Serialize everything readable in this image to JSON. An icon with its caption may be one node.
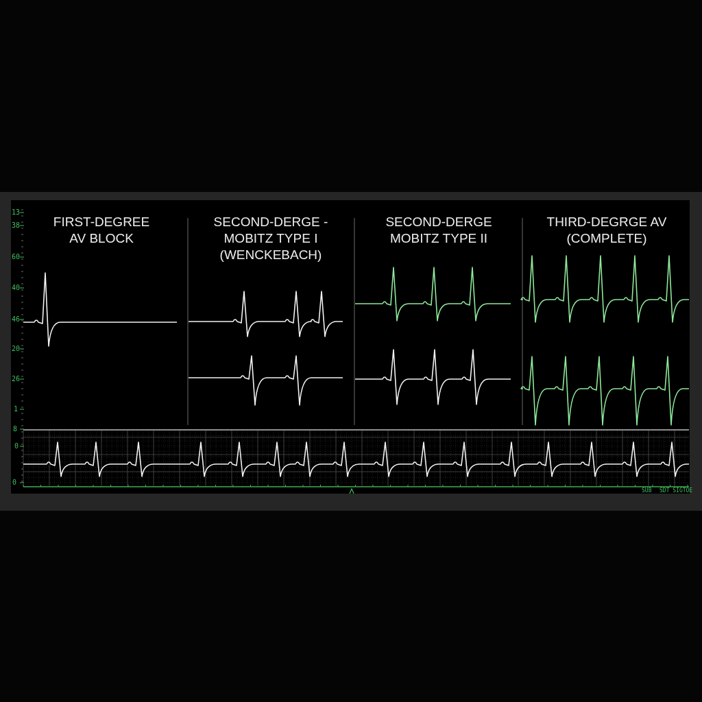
{
  "diagram": {
    "labels": [
      "13",
      "FIRST-DEGREE AV BLOCK",
      "SECOND-DERGE - MOBITZ TYPE I (WENCKEBACH)",
      "SECOND-DERGE MOBITZ TYPE II",
      "THIRD-DEGRGE AV (COMPLETE)",
      "38",
      "60",
      "40",
      "46",
      "20",
      "26",
      "1",
      "8",
      "0",
      "0",
      "SUB",
      "SDT SIGTOE"
    ]
  }
}
